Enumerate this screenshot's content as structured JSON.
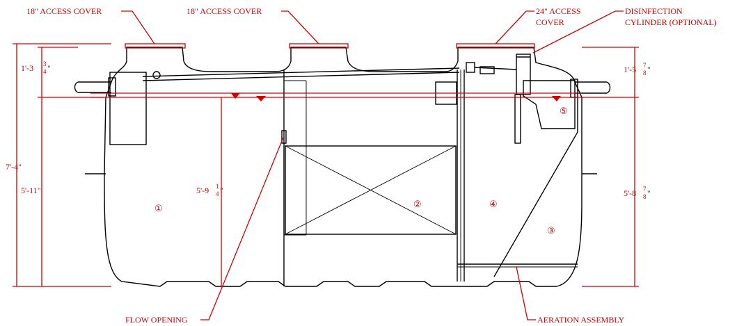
{
  "labels": {
    "access_cover_left": "18\" ACCESS COVER",
    "access_cover_middle": "18\" ACCESS COVER",
    "access_cover_right_line1": "24\" ACCESS",
    "access_cover_right_line2": "COVER",
    "disinfection_line1": "DISINFECTION",
    "disinfection_line2": "CYLINDER (OPTIONAL)",
    "flow_opening": "FLOW OPENING",
    "aeration_assembly": "AERATION ASSEMBLY"
  },
  "dimensions": {
    "overall_height": "7'-4\"",
    "inlet_top_whole": "1'-3",
    "inlet_top_num": "3",
    "inlet_top_den": "4",
    "inlet_top_unit": "\"",
    "inlet_invert": "5'-11\"",
    "mid_invert_whole": "5'-9",
    "mid_invert_num": "1",
    "mid_invert_den": "4",
    "mid_invert_unit": "\"",
    "outlet_top_whole": "1'-5",
    "outlet_top_num": "7",
    "outlet_top_den": "8",
    "outlet_top_unit": "\"",
    "outlet_invert_whole": "5'-8",
    "outlet_invert_num": "7",
    "outlet_invert_den": "8",
    "outlet_invert_unit": "\""
  },
  "compartments": [
    "①",
    "②",
    "③",
    "④",
    "⑤"
  ],
  "colors": {
    "annotation": "#cc0000",
    "outline": "#000000"
  }
}
